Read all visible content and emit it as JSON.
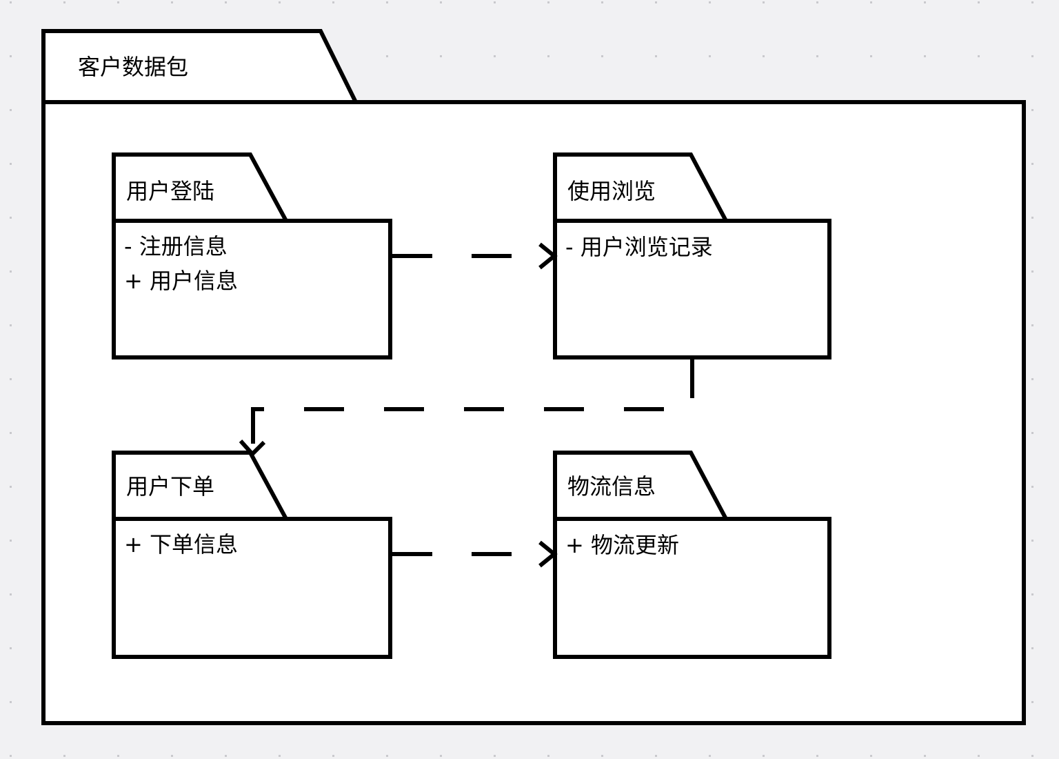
{
  "canvas": {
    "kind": "uml-package-diagram",
    "colors": {
      "background": "#f1f1f3",
      "dot": "#c9c9cd",
      "shape_fill": "#ffffff",
      "line": "#000000"
    }
  },
  "outer_package": {
    "label": "客户数据包"
  },
  "packages": [
    {
      "name": "用户登陆",
      "items": [
        "- 注册信息",
        "+ 用户信息"
      ]
    },
    {
      "name": "使用浏览",
      "items": [
        "- 用户浏览记录"
      ]
    },
    {
      "name": "用户下单",
      "items": [
        "+ 下单信息"
      ]
    },
    {
      "name": "物流信息",
      "items": [
        "+ 物流更新"
      ]
    }
  ],
  "connectors": [
    {
      "from": "用户登陆",
      "to": "使用浏览",
      "style": "dashed",
      "arrow": "open"
    },
    {
      "from": "使用浏览",
      "to": "用户下单",
      "style": "dashed",
      "arrow": "open"
    },
    {
      "from": "用户下单",
      "to": "物流信息",
      "style": "dashed",
      "arrow": "open"
    }
  ]
}
